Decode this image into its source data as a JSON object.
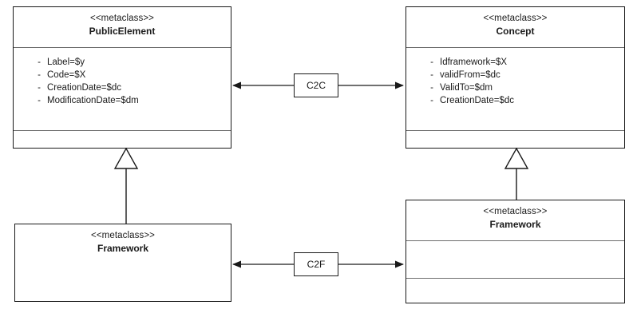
{
  "diagram": {
    "type": "uml-class-diagram",
    "background_color": "#ffffff",
    "line_color": "#1a1a1a",
    "divider_color": "#6e6e6e"
  },
  "classes": {
    "public_element": {
      "stereotype": "<<metaclass>>",
      "name": "PublicElement",
      "attributes": [
        {
          "bullet": "-",
          "text": "Label=$y"
        },
        {
          "bullet": "-",
          "text": "Code=$X"
        },
        {
          "bullet": "-",
          "text": "CreationDate=$dc"
        },
        {
          "bullet": "-",
          "text": "ModificationDate=$dm"
        }
      ]
    },
    "concept": {
      "stereotype": "<<metaclass>>",
      "name": "Concept",
      "attributes": [
        {
          "bullet": "-",
          "text": "Idframework=$X"
        },
        {
          "bullet": "-",
          "text": "validFrom=$dc"
        },
        {
          "bullet": "-",
          "text": "ValidTo=$dm"
        },
        {
          "bullet": "-",
          "text": "CreationDate=$dc"
        }
      ]
    },
    "framework_left": {
      "stereotype": "<<metaclass>>",
      "name": "Framework",
      "attributes": []
    },
    "framework_right": {
      "stereotype": "<<metaclass>>",
      "name": "Framework",
      "attributes": []
    }
  },
  "associations": {
    "c2c": {
      "label": "C2C",
      "from": "PublicElement",
      "to": "Concept",
      "kind": "bidirectional-association"
    },
    "c2f": {
      "label": "C2F",
      "from": "Framework",
      "to": "Framework",
      "kind": "bidirectional-association"
    }
  },
  "generalizations": [
    {
      "from": "Framework",
      "to": "PublicElement",
      "kind": "generalization"
    },
    {
      "from": "Framework",
      "to": "Concept",
      "kind": "generalization"
    }
  ]
}
